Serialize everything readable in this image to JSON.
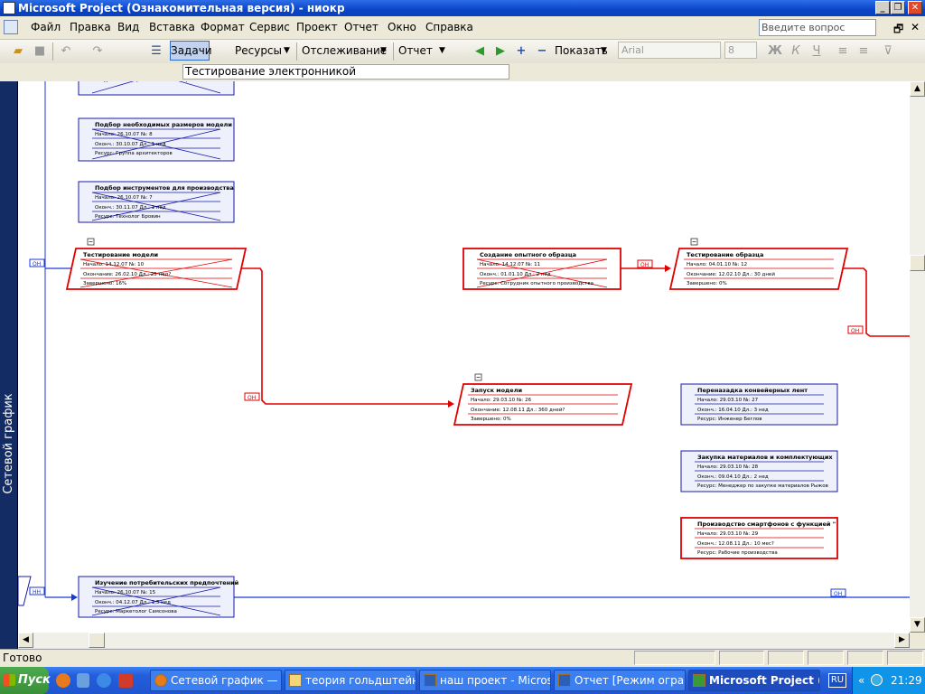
{
  "window": {
    "title": "Microsoft Project (Ознакомительная версия) - ниокр",
    "minimize": "_",
    "restore": "❐",
    "close": "✕",
    "doc_restore": "🗗",
    "doc_close": "✕"
  },
  "menu": {
    "items": [
      "Файл",
      "Правка",
      "Вид",
      "Вставка",
      "Формат",
      "Сервис",
      "Проект",
      "Отчет",
      "Окно",
      "Справка"
    ],
    "help_placeholder": "Введите вопрос"
  },
  "toolbar": {
    "tasks_label": "Задачи",
    "resources_label": "Ресурсы",
    "tracking_label": "Отслеживание",
    "report_label": "Отчет",
    "show_label": "Показать",
    "font_name": "Arial",
    "font_size": "8",
    "bold": "Ж",
    "italic": "К",
    "underline": "Ч"
  },
  "task_name_field": "Тестирование электронникой",
  "view_bar_label": "Сетевой график",
  "network": {
    "link_labels": {
      "on": "ОН",
      "nn": "НН"
    },
    "nodes": [
      {
        "title": "",
        "row1": "",
        "row2": "",
        "row3": "Ресурс:   Инженер по МИОКР Хаммер"
      },
      {
        "title": "Подбор необходимых размеров модели",
        "row1": "Начало:  26.10.07        №:       8",
        "row2": "Оконч.:  30.10.07        Дл.: 1 нед",
        "row3": "Ресурс:   Группа архитекторов"
      },
      {
        "title": "Подбор инструментов для производства",
        "row1": "Начало:  26.10.07        №:       7",
        "row2": "Оконч.:  30.11.07        Дл.: 1 нед",
        "row3": "Ресурс:   Технолог Бровин"
      },
      {
        "title": "Тестирование модели",
        "row1": "Начало:      14.12.07        №:       10",
        "row2": "Окончание: 26.02.10        Дл.: 25 нед?",
        "row3": "Завершено: 16%"
      },
      {
        "title": "Создание опытного образца",
        "row1": "Начало:  14.12.07          №:       11",
        "row2": "Оконч.:  01.01.10          Дл.: 2 нед",
        "row3": "Ресурс:   Сотрудник опытного производства"
      },
      {
        "title": "Тестирование образца",
        "row1": "Начало:       04.01.10        №:       12",
        "row2": "Окончание: 12.02.10        Дл.: 30 дней",
        "row3": "Завершено: 0%"
      },
      {
        "title": "Запуск модели",
        "row1": "Начало:        29.03.10          №:       26",
        "row2": "Окончание: 12.08.11          Дл.: 360 дней?",
        "row3": "Завершено: 0%"
      },
      {
        "title": "Переназадка конвейерных лент",
        "row1": "Начало:   29.03.10          №:       27",
        "row2": "Оконч.:   16.04.10          Дл.: 3 нед",
        "row3": "Ресурс:     Инженер Беглов"
      },
      {
        "title": "Закупка материалов и комплектующих",
        "row1": "Начало:   29.03.10          №:       28",
        "row2": "Оконч.:   09.04.10          Дл.: 2 нед",
        "row3": "Ресурс:     Менеджер по закупке материалов Рыжов"
      },
      {
        "title": "Производство смартфонов с функцией \"",
        "row1": "Начало:   29.03.10          №:       29",
        "row2": "Оконч.:   12.08.11          Дл.: 10 мес?",
        "row3": "Ресурс:     Рабочие производства"
      },
      {
        "title": "Изучение потребительских предпочтений",
        "row1": "Начало:  26.10.07        №:       15",
        "row2": "Оконч.:  04.12.07        Дл.: 1,5 нед",
        "row3": "Ресурс:   Маркетолог Самсонова"
      }
    ]
  },
  "status": {
    "ready": "Готово"
  },
  "taskbar": {
    "start": "Пуск",
    "items": [
      "Сетевой график — B...",
      "теория гольдштейн",
      "наш проект - Microso...",
      "Отчет [Режим огран...",
      "Microsoft Project (..."
    ],
    "lang": "RU",
    "clock": "21:29"
  },
  "colors": {
    "critical": "#e00000",
    "normal": "#1a1aa8",
    "link": "#1a3ad8",
    "viewbar": "#142c64"
  }
}
